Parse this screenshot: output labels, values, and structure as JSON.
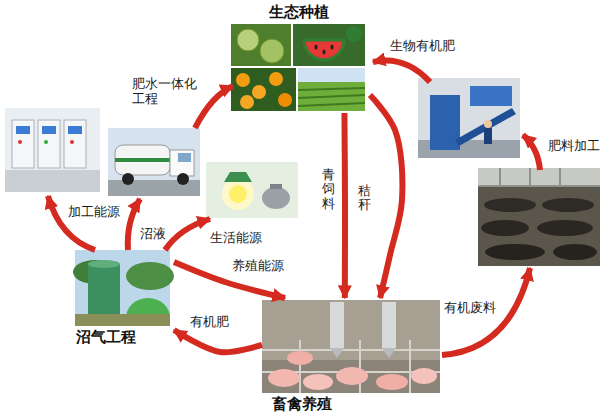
{
  "diagram": {
    "nodes": [
      {
        "text": [
          "生态种植"
        ]
      },
      {
        "text": [
          "沼气工程"
        ]
      },
      {
        "text": [
          "畜禽养殖"
        ]
      }
    ],
    "edges": [
      {
        "from": 0,
        "to": 2,
        "label": "青饲料",
        "arrow": "to"
      },
      {
        "from": 0,
        "to": 2,
        "label": "秸秆",
        "arrow": "to"
      },
      {
        "from": 2,
        "to": 1,
        "label": "有机肥",
        "arrow": "to"
      },
      {
        "from": 1,
        "to": 2,
        "label": "养殖能源",
        "arrow": "to"
      }
    ],
    "labels": [
      "生物有机肥",
      "肥水一体化工程",
      "肥料加工",
      "加工能源",
      "沼液",
      "生活能源",
      "有机废料"
    ]
  }
}
